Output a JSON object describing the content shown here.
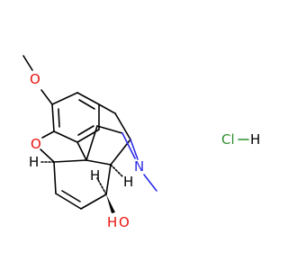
{
  "molecule": {
    "atom_labels": {
      "methoxy_o": "O",
      "methyl_c": "",
      "ether_o": "O",
      "hydroxyl_o": "O",
      "hydroxyl_h": "H",
      "amine_n": "N",
      "stereo_h_a": "H",
      "stereo_h_b": "H",
      "stereo_h_c": "H"
    },
    "salt": {
      "cl": "Cl",
      "h": "H"
    },
    "colors": {
      "oxygen": "#e8140f",
      "nitrogen": "#2b2be8",
      "chlorine": "#2f8f2f",
      "carbon": "#000000"
    }
  }
}
